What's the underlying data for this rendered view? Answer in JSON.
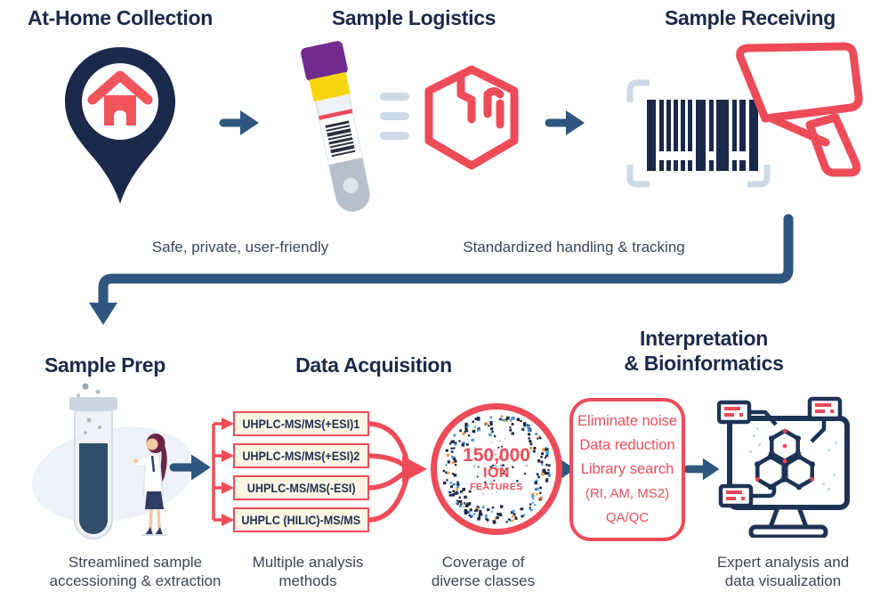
{
  "colors": {
    "navy_title": "#1b2a4a",
    "steel_arrow": "#2e567e",
    "red_accent": "#ee4b58",
    "light_blue": "#ccdbe8",
    "cream_box_fill": "#fcf5e4",
    "caption_text": "#3b4656",
    "cap_purple": "#722b8e",
    "band_yellow": "#f7d50f"
  },
  "icons": {
    "step1": "location-pin-home",
    "step2a": "sample-tube",
    "step2b": "shipping-box",
    "step3a": "barcode",
    "step3b": "barcode-scanner",
    "prep": "test-tube-and-scientist",
    "acquisition_result": "ion-features-circle",
    "interpretation": "monitor-with-molecule"
  },
  "top_row": {
    "step1_title": "At-Home Collection",
    "step2_title": "Sample Logistics",
    "step3_title": "Sample Receiving",
    "caption_left": "Safe, private, user-friendly",
    "caption_right": "Standardized handling & tracking"
  },
  "bottom_row": {
    "step1_title": "Sample Prep",
    "step2_title": "Data Acquisition",
    "step3_title_line1": "Interpretation",
    "step3_title_line2": "& Bioinformatics",
    "methods": [
      "UHPLC-MS/MS(+ESI)1",
      "UHPLC-MS/MS(+ESI)2",
      "UHPLC-MS/MS(-ESI)",
      "UHPLC (HILIC)-MS/MS"
    ],
    "ion_circle": {
      "value": "150,000",
      "label_line1": "ION",
      "label_line2": "FEATURES"
    },
    "processing_steps": [
      "Eliminate noise",
      "Data reduction",
      "Library search",
      "(RI, AM, MS2)",
      "QA/QC"
    ],
    "caption1_line1": "Streamlined sample",
    "caption1_line2": "accessioning & extraction",
    "caption2_line1": "Multiple analysis",
    "caption2_line2": "methods",
    "caption3_line1": "Coverage of",
    "caption3_line2": "diverse classes",
    "caption4_line1": "Expert analysis and",
    "caption4_line2": "data visualization"
  }
}
